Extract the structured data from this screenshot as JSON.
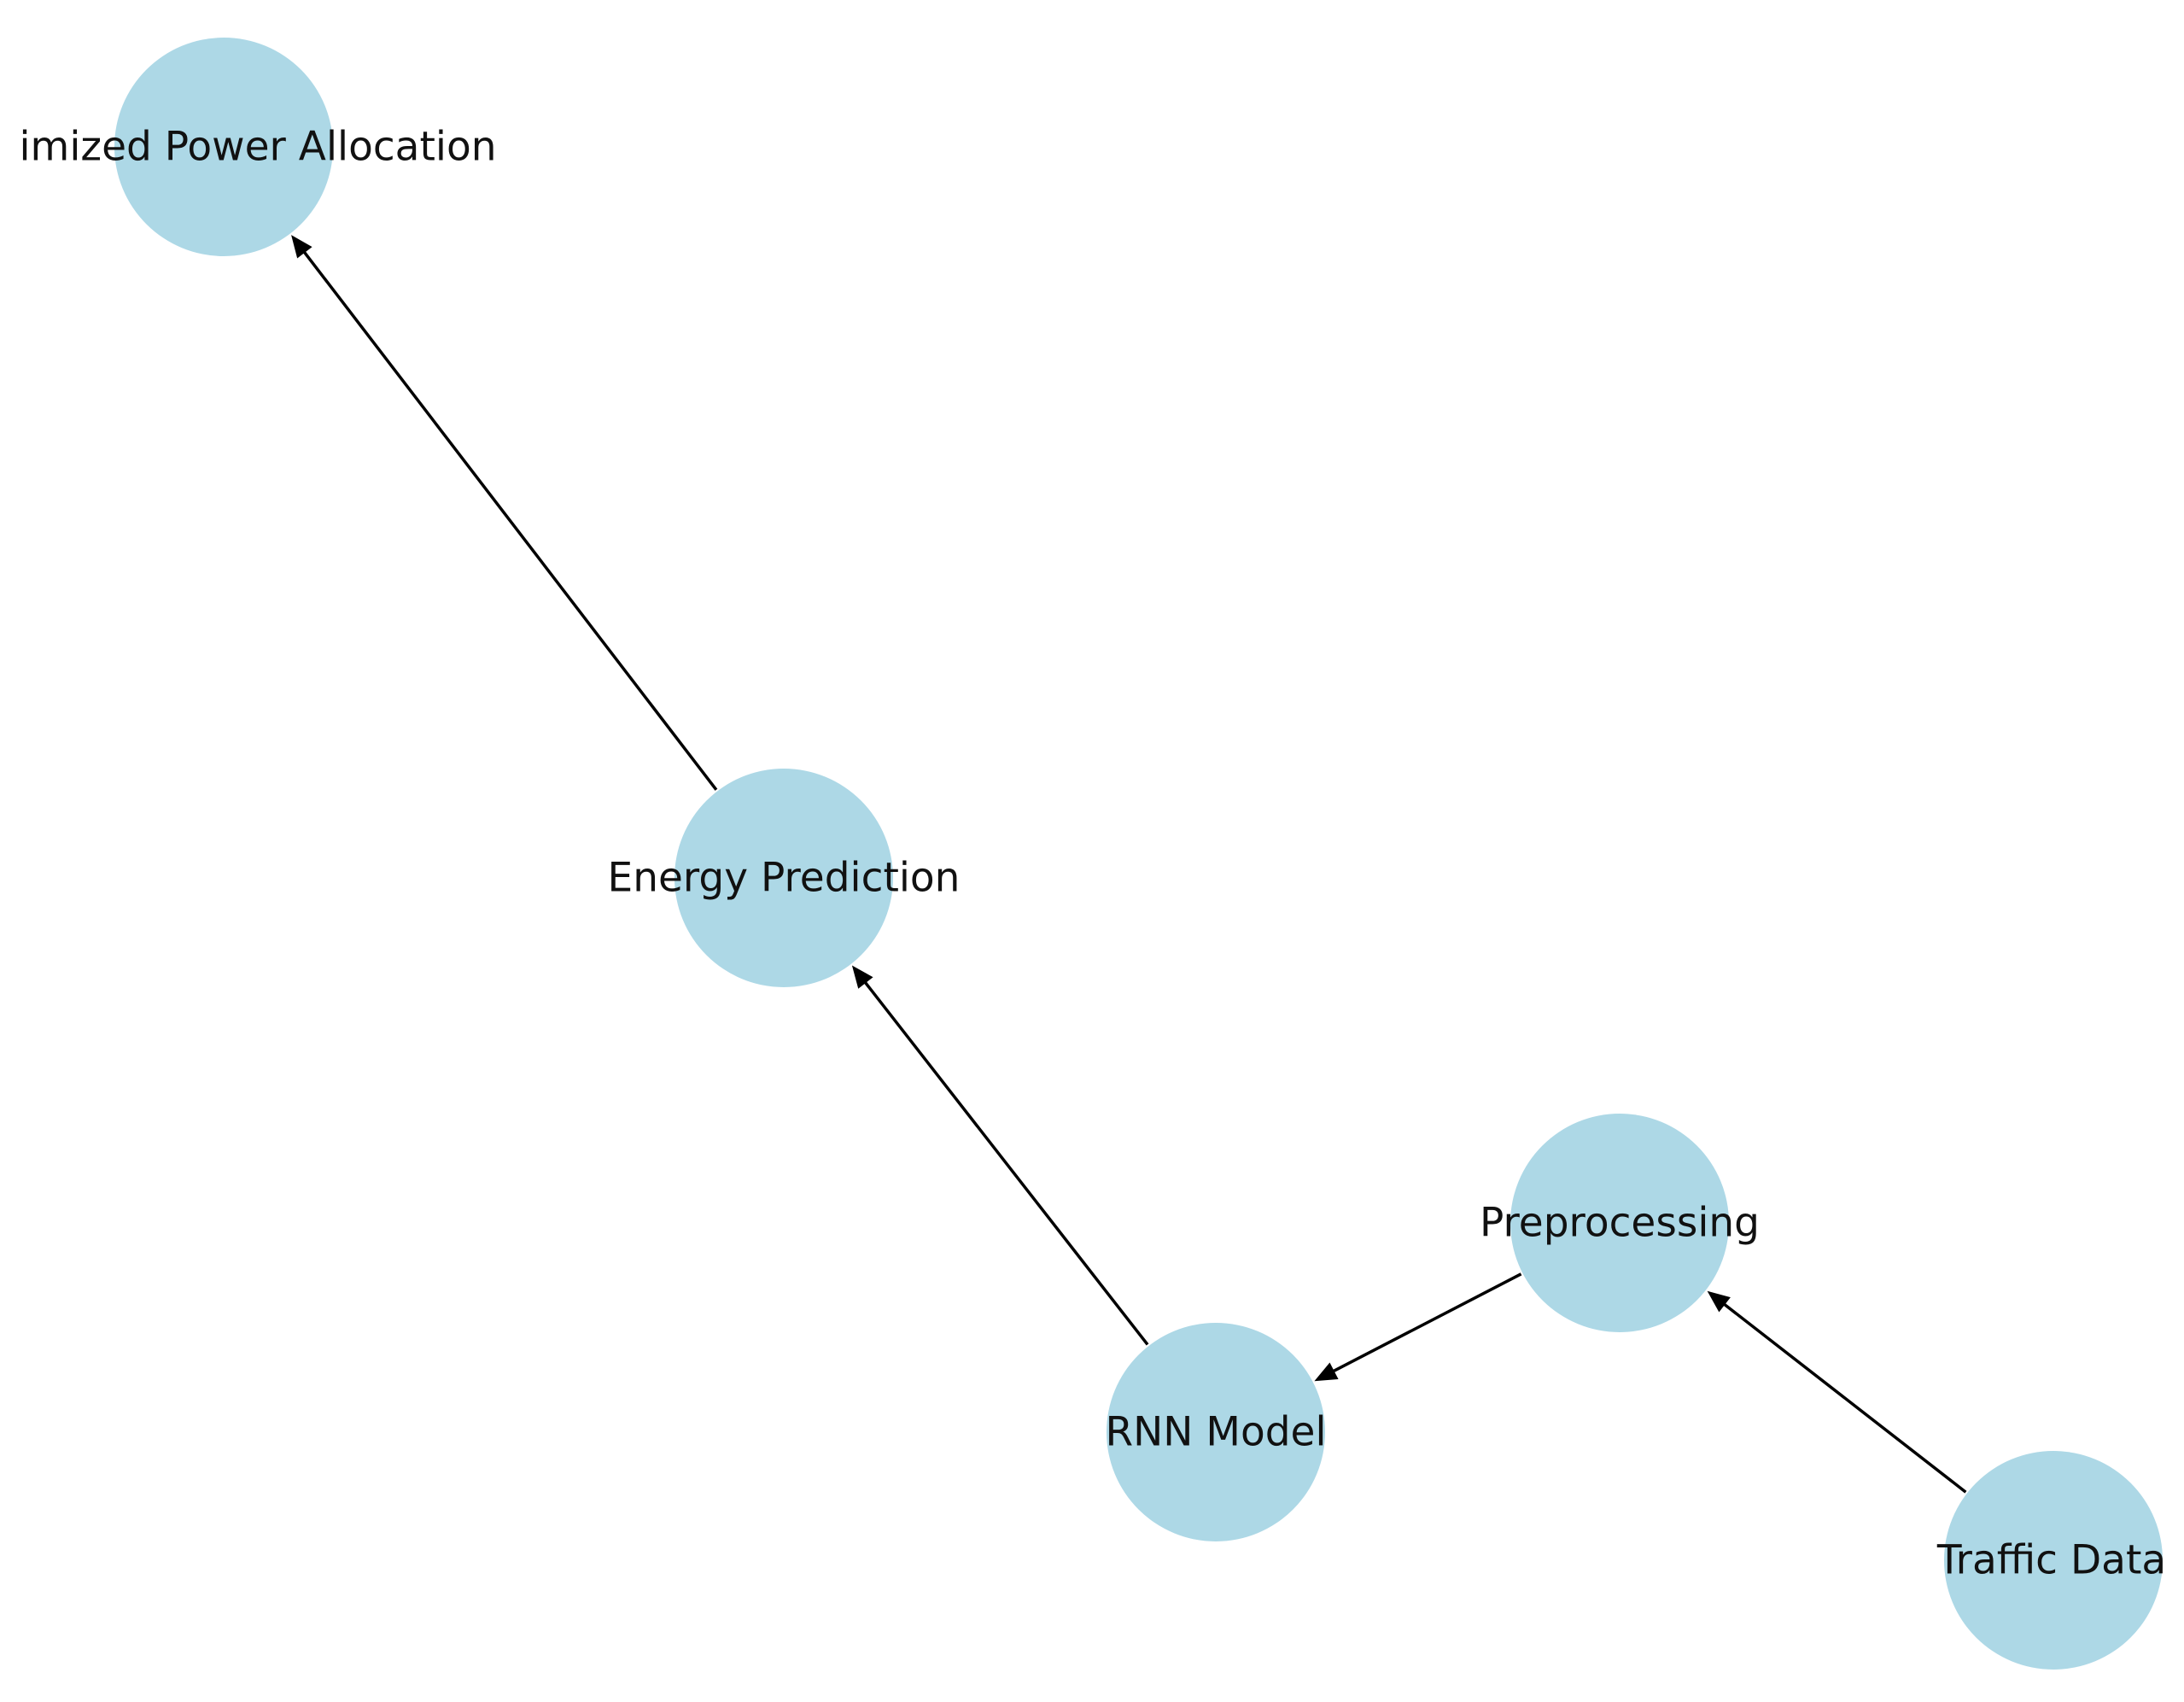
{
  "diagram": {
    "nodes": [
      {
        "id": "optimized_power_allocation",
        "label": "imized Power Allocation"
      },
      {
        "id": "energy_prediction",
        "label": "Energy Prediction"
      },
      {
        "id": "preprocessing",
        "label": "Preprocessing"
      },
      {
        "id": "rnn_model",
        "label": "RNN Model"
      },
      {
        "id": "traffic_data",
        "label": "Traffic Data"
      }
    ],
    "edges": [
      {
        "from": "traffic_data",
        "to": "preprocessing"
      },
      {
        "from": "preprocessing",
        "to": "rnn_model"
      },
      {
        "from": "rnn_model",
        "to": "energy_prediction"
      },
      {
        "from": "energy_prediction",
        "to": "optimized_power_allocation"
      }
    ],
    "colors": {
      "node_fill": "#add8e6",
      "edge": "#000000",
      "label": "#111111"
    }
  }
}
